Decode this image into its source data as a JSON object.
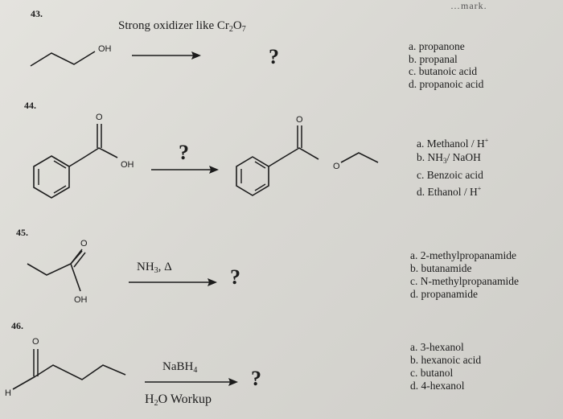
{
  "header": {
    "cut_text": "…mark."
  },
  "questions": [
    {
      "number": "43.",
      "reagent_parts": [
        "Strong oxidizer like Cr",
        "2",
        "O",
        "7"
      ],
      "question_mark": "?",
      "oh_label": "OH",
      "choices": [
        "a. propanone",
        "b. propanal",
        "c. butanoic acid",
        "d. propanoic acid"
      ]
    },
    {
      "number": "44.",
      "question_mark": "?",
      "atom_labels": {
        "o_top_reactant": "O",
        "oh": "OH",
        "o_top_product": "O",
        "o_ester": "O"
      },
      "choices": [
        {
          "main": "a. Methanol / H",
          "sup": "+"
        },
        {
          "main": "b. NH",
          "sub": "3",
          "rest": "/ NaOH"
        },
        {
          "main": "c. Benzoic acid"
        },
        {
          "main": "d. Ethanol / H",
          "sup": "+"
        }
      ]
    },
    {
      "number": "45.",
      "reagent_parts": [
        "NH",
        "3",
        ", Δ"
      ],
      "question_mark": "?",
      "atom_labels": {
        "o": "O",
        "oh": "OH"
      },
      "choices": [
        "a. 2-methylpropanamide",
        "b. butanamide",
        "c. N-methylpropanamide",
        "d. propanamide"
      ]
    },
    {
      "number": "46.",
      "reagent_top_parts": [
        "NaBH",
        "4"
      ],
      "reagent_bottom_parts": [
        "H",
        "2",
        "O Workup"
      ],
      "question_mark": "?",
      "atom_labels": {
        "o": "O",
        "h": "H"
      },
      "choices": [
        "a. 3-hexanol",
        "b. hexanoic acid",
        "c. butanol",
        "d. 4-hexanol"
      ]
    }
  ]
}
